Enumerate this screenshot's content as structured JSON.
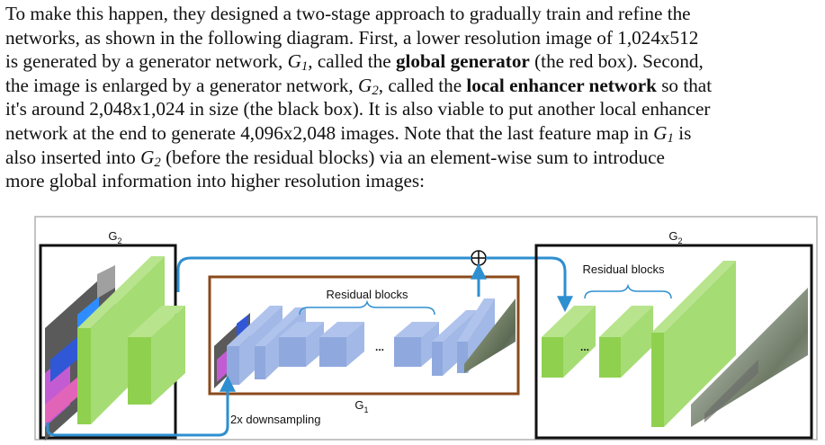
{
  "paragraph": {
    "line1": "To make this happen, they designed a two-stage approach to gradually train and refine the",
    "line2": "networks, as shown in the following diagram. First, a lower resolution image of 1,024x512",
    "line3_a": "is generated by a generator network, ",
    "line3_sym": "G",
    "line3_sub": "1",
    "line3_b": ", called the ",
    "line3_bold": "global generator",
    "line3_c": " (the red box). Second,",
    "line4_a": "the image is enlarged by a generator network, ",
    "line4_sym": "G",
    "line4_sub": "2",
    "line4_b": ", called the ",
    "line4_bold": "local enhancer network",
    "line4_c": " so that",
    "line5": "it's around 2,048x1,024 in size (the black box). It is also viable to put another local enhancer",
    "line6_a": "network at the end to generate 4,096x2,048 images. Note that the last feature map in ",
    "line6_sym": "G",
    "line6_sub": "1",
    "line6_b": " is",
    "line7_a": "also inserted into ",
    "line7_sym": "G",
    "line7_sub": "2",
    "line7_b": " (before the residual blocks) via an element-wise sum to introduce",
    "line8": "more global information into higher resolution images:"
  },
  "diagram": {
    "left_box_label": "G",
    "left_box_sub": "2",
    "right_box_label": "G",
    "right_box_sub": "2",
    "center_box_label": "G",
    "center_box_sub": "1",
    "residual_blocks_center": "Residual blocks",
    "residual_blocks_right": "Residual blocks",
    "downsampling_label": "2x downsampling",
    "ellipsis": "...",
    "sum_symbol": "⊕",
    "colors": {
      "green": "#8fd14f",
      "green_dark": "#6fae34",
      "blue_block": "#8fa9de",
      "blue_dark": "#6f8ac4",
      "arrow_blue": "#2e8fd0",
      "global_box": "#8b4a1c",
      "local_box": "#111111"
    }
  }
}
